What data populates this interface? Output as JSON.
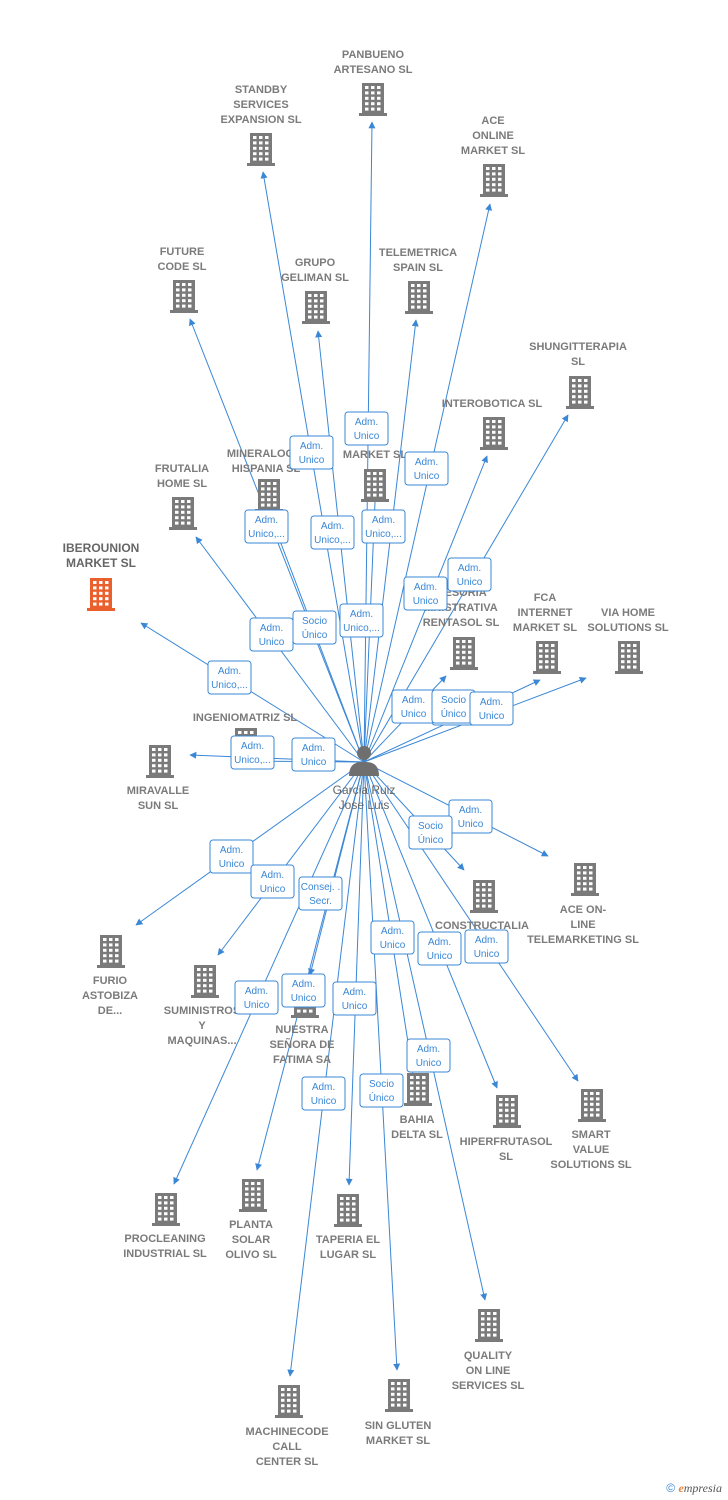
{
  "colors": {
    "edge": "#3a87d6",
    "building": "#7a7a7a",
    "building_highlight": "#ea5f2c",
    "person": "#6f6f6f"
  },
  "center": {
    "name_lines": [
      "Garcia Ruiz",
      "Jose Luis"
    ],
    "icon": "person-icon"
  },
  "companies": [
    {
      "id": "panbueno",
      "lines": [
        "PANBUENO",
        "ARTESANO  SL"
      ]
    },
    {
      "id": "standby",
      "lines": [
        "STANDBY",
        "SERVICES",
        "EXPANSION SL"
      ]
    },
    {
      "id": "ace-online",
      "lines": [
        "ACE",
        "ONLINE",
        "MARKET SL"
      ]
    },
    {
      "id": "future-code",
      "lines": [
        "FUTURE",
        "CODE  SL"
      ]
    },
    {
      "id": "grupo-geliman",
      "lines": [
        "GRUPO",
        "GELIMAN  SL"
      ]
    },
    {
      "id": "telemetrica",
      "lines": [
        "TELEMETRICA",
        "SPAIN  SL"
      ]
    },
    {
      "id": "shungitterapia",
      "lines": [
        "SHUNGITTERAPIA",
        "SL"
      ]
    },
    {
      "id": "interobotica",
      "lines": [
        "INTEROBOTICA SL"
      ]
    },
    {
      "id": "mineralogia",
      "lines": [
        "MINERALOGIA",
        "HISPANIA  SL"
      ]
    },
    {
      "id": "market-sl",
      "lines": [
        "...OL",
        "MARKET  SL"
      ]
    },
    {
      "id": "frutalia",
      "lines": [
        "FRUTALIA",
        "HOME  SL"
      ]
    },
    {
      "id": "iberounion",
      "lines": [
        "IBEROUNION",
        "MARKET  SL"
      ],
      "highlight": true
    },
    {
      "id": "asesoria",
      "lines": [
        "...ESORIA",
        "...NISTRATIVA",
        "RENTASOL SL"
      ]
    },
    {
      "id": "fca",
      "lines": [
        "FCA",
        "INTERNET",
        "MARKET  SL"
      ]
    },
    {
      "id": "via-home",
      "lines": [
        "VIA HOME",
        "SOLUTIONS SL"
      ]
    },
    {
      "id": "ingeniomatriz",
      "lines": [
        "INGENIOMATRIZ SL"
      ]
    },
    {
      "id": "miravalle",
      "lines": [
        "MIRAVALLE",
        "SUN  SL"
      ]
    },
    {
      "id": "ace-telemarketing",
      "lines": [
        "ACE ON-",
        "LINE",
        "TELEMARKETING SL"
      ]
    },
    {
      "id": "constructalia",
      "lines": [
        "CONSTRUCTALIA",
        "...L"
      ]
    },
    {
      "id": "furio",
      "lines": [
        "FURIO",
        "ASTOBIZA",
        "DE..."
      ]
    },
    {
      "id": "suministros",
      "lines": [
        "SUMINISTROS",
        "Y",
        "MAQUINAS..."
      ]
    },
    {
      "id": "nuestra-senora",
      "lines": [
        "NUESTRA",
        "SEÑORA DE",
        "FATIMA SA"
      ]
    },
    {
      "id": "bahia-delta",
      "lines": [
        "BAHIA",
        "DELTA SL"
      ]
    },
    {
      "id": "hiperfrutasol",
      "lines": [
        "HIPERFRUTASOL",
        "SL"
      ]
    },
    {
      "id": "smart-value",
      "lines": [
        "SMART",
        "VALUE",
        "SOLUTIONS SL"
      ]
    },
    {
      "id": "procleaning",
      "lines": [
        "PROCLEANING",
        "INDUSTRIAL SL"
      ]
    },
    {
      "id": "planta-solar",
      "lines": [
        "PLANTA",
        "SOLAR",
        "OLIVO SL"
      ]
    },
    {
      "id": "taperia",
      "lines": [
        "TAPERIA EL",
        "LUGAR SL"
      ]
    },
    {
      "id": "quality",
      "lines": [
        "QUALITY",
        "ON LINE",
        "SERVICES  SL"
      ]
    },
    {
      "id": "machinecode",
      "lines": [
        "MACHINECODE",
        "CALL",
        "CENTER  SL"
      ]
    },
    {
      "id": "sin-gluten",
      "lines": [
        "SIN GLUTEN",
        "MARKET  SL"
      ]
    }
  ],
  "relations": [
    {
      "lines": [
        "Adm.",
        "Unico"
      ]
    },
    {
      "lines": [
        "Adm.",
        "Unico"
      ]
    },
    {
      "lines": [
        "Adm.",
        "Unico"
      ]
    },
    {
      "lines": [
        "Adm.",
        "Unico,..."
      ]
    },
    {
      "lines": [
        "Adm.",
        "Unico,..."
      ]
    },
    {
      "lines": [
        "Adm.",
        "Unico,..."
      ]
    },
    {
      "lines": [
        "Adm.",
        "Unico"
      ]
    },
    {
      "lines": [
        "Socio",
        "Único"
      ]
    },
    {
      "lines": [
        "Adm.",
        "Unico"
      ]
    },
    {
      "lines": [
        "Adm.",
        "Unico"
      ]
    },
    {
      "lines": [
        "Socio",
        "Único"
      ]
    },
    {
      "lines": [
        "Adm.",
        "Unico,..."
      ]
    },
    {
      "lines": [
        "Adm.",
        "Unico,..."
      ]
    },
    {
      "lines": [
        "Adm.",
        "Unico"
      ]
    },
    {
      "lines": [
        "Socio",
        "Único"
      ]
    },
    {
      "lines": [
        "Adm.",
        "Unico"
      ]
    },
    {
      "lines": [
        "Adm.",
        "Unico,..."
      ]
    },
    {
      "lines": [
        "Adm.",
        "Unico"
      ]
    },
    {
      "lines": [
        "Adm.",
        "Unico"
      ]
    },
    {
      "lines": [
        "Socio",
        "Único"
      ]
    },
    {
      "lines": [
        "Adm.",
        "Unico"
      ]
    },
    {
      "lines": [
        "Adm.",
        "Unico"
      ]
    },
    {
      "lines": [
        "Consej. .",
        "Secr."
      ]
    },
    {
      "lines": [
        "Adm.",
        "Unico"
      ]
    },
    {
      "lines": [
        "Adm.",
        "Unico"
      ]
    },
    {
      "lines": [
        "Adm.",
        "Unico"
      ]
    },
    {
      "lines": [
        "Adm.",
        "Unico"
      ]
    },
    {
      "lines": [
        "Adm.",
        "Unico"
      ]
    },
    {
      "lines": [
        "Adm.",
        "Unico"
      ]
    },
    {
      "lines": [
        "Adm.",
        "Unico"
      ]
    },
    {
      "lines": [
        "Adm.",
        "Unico"
      ]
    },
    {
      "lines": [
        "Socio",
        "Único"
      ]
    }
  ],
  "footer": {
    "copyright_symbol": "©",
    "brand_initial": "e",
    "brand_rest": "mpresia"
  }
}
